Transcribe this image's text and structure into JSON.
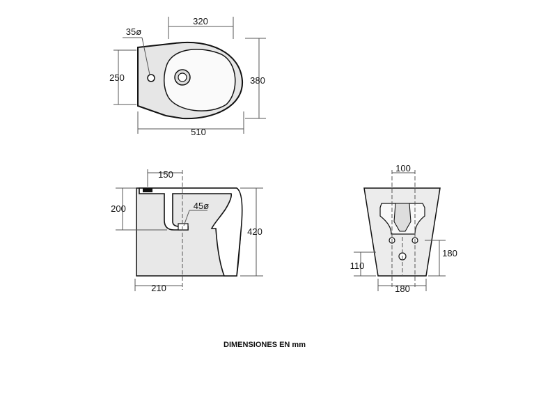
{
  "top_view": {
    "width": "320",
    "hole": "35ø",
    "depth": "250",
    "height": "380",
    "length": "510"
  },
  "side_view": {
    "offset_top": "150",
    "rim": "200",
    "drain": "45ø",
    "height": "420",
    "offset_bottom": "210"
  },
  "rear_view": {
    "top": "100",
    "right": "180",
    "left": "110",
    "bottom": "180"
  },
  "caption": "DIMENSIONES EN mm"
}
